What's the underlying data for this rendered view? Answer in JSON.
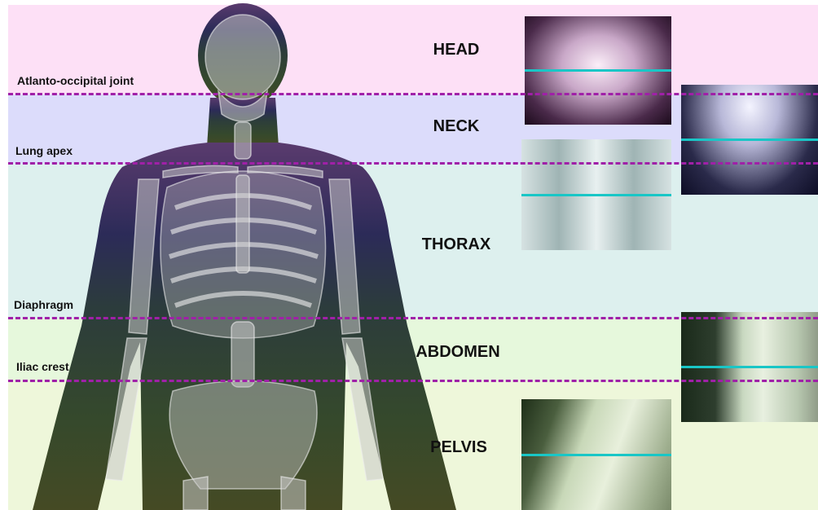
{
  "regions": {
    "head": "HEAD",
    "neck": "NECK",
    "thorax": "THORAX",
    "abdomen": "ABDOMEN",
    "pelvis": "PELVIS"
  },
  "landmarks": {
    "atlanto_occipital": "Atlanto-occipital joint",
    "lung_apex": "Lung apex",
    "diaphragm": "Diaphragm",
    "iliac_crest": "Iliac crest"
  },
  "colors": {
    "head_band": "#fde0f6",
    "neck_band": "#dcdcfb",
    "thorax_band": "#ddf0ee",
    "abdomen_band": "#e6f8dc",
    "pelvis_band": "#eef7da",
    "boundary_line": "#a020a8",
    "scan_line": "#19c6c6"
  }
}
